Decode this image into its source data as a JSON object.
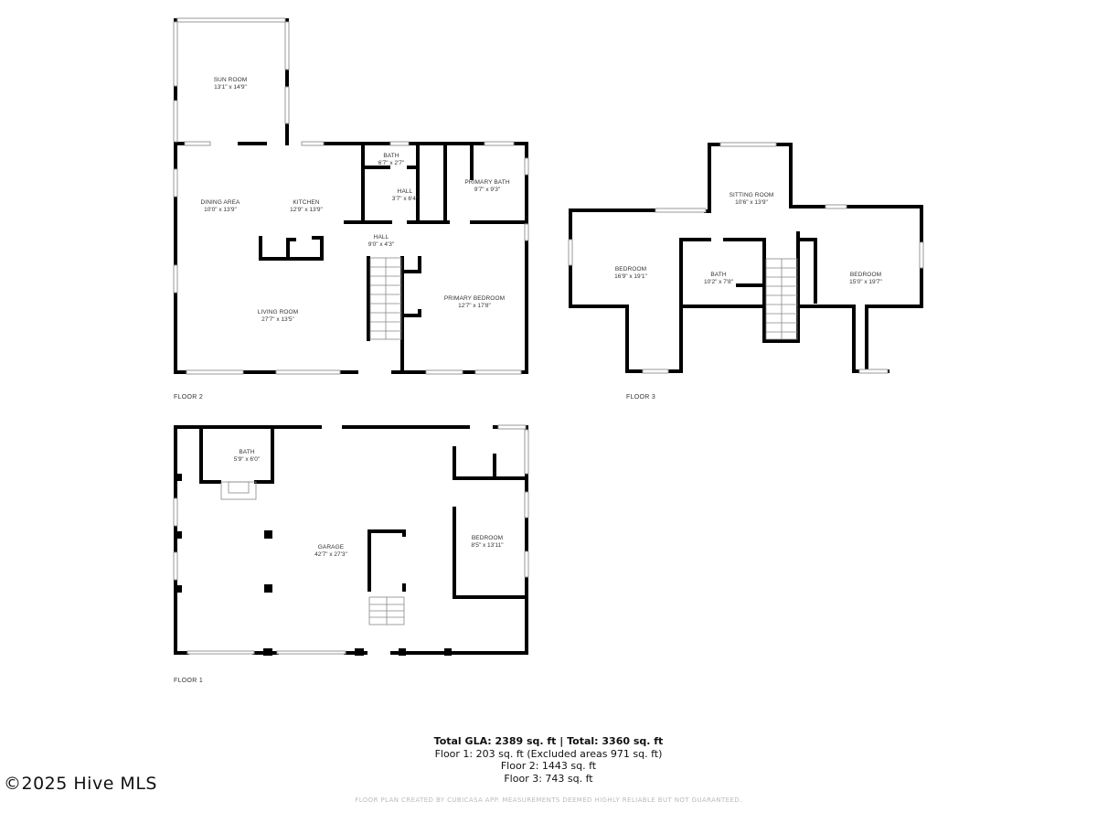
{
  "floors": [
    {
      "label": "FLOOR 2",
      "rooms": [
        {
          "name": "SUN ROOM",
          "dim": "13'1\" x 14'9\""
        },
        {
          "name": "DINING AREA",
          "dim": "10'0\" x 13'9\""
        },
        {
          "name": "KITCHEN",
          "dim": "12'9\" x 13'9\""
        },
        {
          "name": "BATH",
          "dim": "6'7\" x 2'7\""
        },
        {
          "name": "HALL",
          "dim": "3'7\" x 6'4\""
        },
        {
          "name": "PRIMARY BATH",
          "dim": "9'7\" x 9'3\""
        },
        {
          "name": "HALL",
          "dim": "9'0\" x 4'3\""
        },
        {
          "name": "LIVING ROOM",
          "dim": "27'7\" x 13'5\""
        },
        {
          "name": "PRIMARY BEDROOM",
          "dim": "12'7\" x 17'8\""
        }
      ]
    },
    {
      "label": "FLOOR 3",
      "rooms": [
        {
          "name": "SITTING ROOM",
          "dim": "10'6\" x 13'9\""
        },
        {
          "name": "BEDROOM",
          "dim": "16'9\" x 19'1\""
        },
        {
          "name": "BATH",
          "dim": "10'2\" x 7'8\""
        },
        {
          "name": "BEDROOM",
          "dim": "15'0\" x 19'7\""
        }
      ]
    },
    {
      "label": "FLOOR 1",
      "rooms": [
        {
          "name": "BATH",
          "dim": "5'9\" x 6'0\""
        },
        {
          "name": "GARAGE",
          "dim": "42'7\" x 27'3\""
        },
        {
          "name": "BEDROOM",
          "dim": "8'5\" x 13'11\""
        }
      ]
    }
  ],
  "summary": {
    "total_line": "Total GLA: 2389 sq. ft | Total: 3360 sq. ft",
    "floor1_line": "Floor 1: 203 sq. ft (Excluded areas 971 sq. ft)",
    "floor2_line": "Floor 2: 1443 sq. ft",
    "floor3_line": "Floor 3: 743 sq. ft"
  },
  "watermark": "©2025 Hive MLS",
  "disclaimer": "FLOOR PLAN CREATED BY CUBICASA APP. MEASUREMENTS DEEMED HIGHLY RELIABLE BUT NOT GUARANTEED.",
  "colors": {
    "wall": "#000000",
    "window": "#bbbbbb",
    "text": "#333333",
    "disclaimer": "#bbbbbb"
  }
}
